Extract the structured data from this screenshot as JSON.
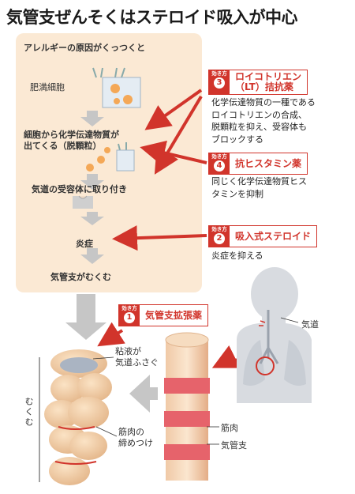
{
  "title": "気管支ぜんそくはステロイド吸入が中心",
  "flow": {
    "header": "アレルギーの原因がくっつくと",
    "mast_cell": "肥満細胞",
    "release_line1": "細胞から化学伝達物質が",
    "release_line2": "出てくる（脱顆粒）",
    "receptor": "気道の受容体に取り付き",
    "inflammation": "炎症",
    "constriction": "気管支がむくむ"
  },
  "tag_small_label": "効き方",
  "treatments": [
    {
      "number": "3",
      "name_line1": "ロイコトリエン",
      "name_line2": "（LT）拮抗薬",
      "desc": [
        "化学伝達物質の一種である",
        "ロイコトリエンの合成、",
        "脱顆粒を抑え、受容体も",
        "ブロックする"
      ]
    },
    {
      "number": "4",
      "name_line1": "抗ヒスタミン薬",
      "desc": [
        "同じく化学伝達物質ヒス",
        "タミンを抑制"
      ]
    },
    {
      "number": "2",
      "name_line1": "吸入式ステロイド",
      "desc": [
        "炎症を抑える"
      ]
    },
    {
      "number": "1",
      "name_line1": "気管支拡張薬",
      "desc": []
    }
  ],
  "anatomy": {
    "trachea": "気道",
    "mucus_line1": "粘液が",
    "mucus_line2": "気道ふさぐ",
    "swelling": "むくむ",
    "tightening_line1": "筋肉の",
    "tightening_line2": "締めつけ",
    "muscle": "筋肉",
    "bronchus": "気管支"
  },
  "colors": {
    "accent": "#d1342b",
    "panel": "#fbe9d4",
    "arrow_gray": "#c6c6c6"
  }
}
